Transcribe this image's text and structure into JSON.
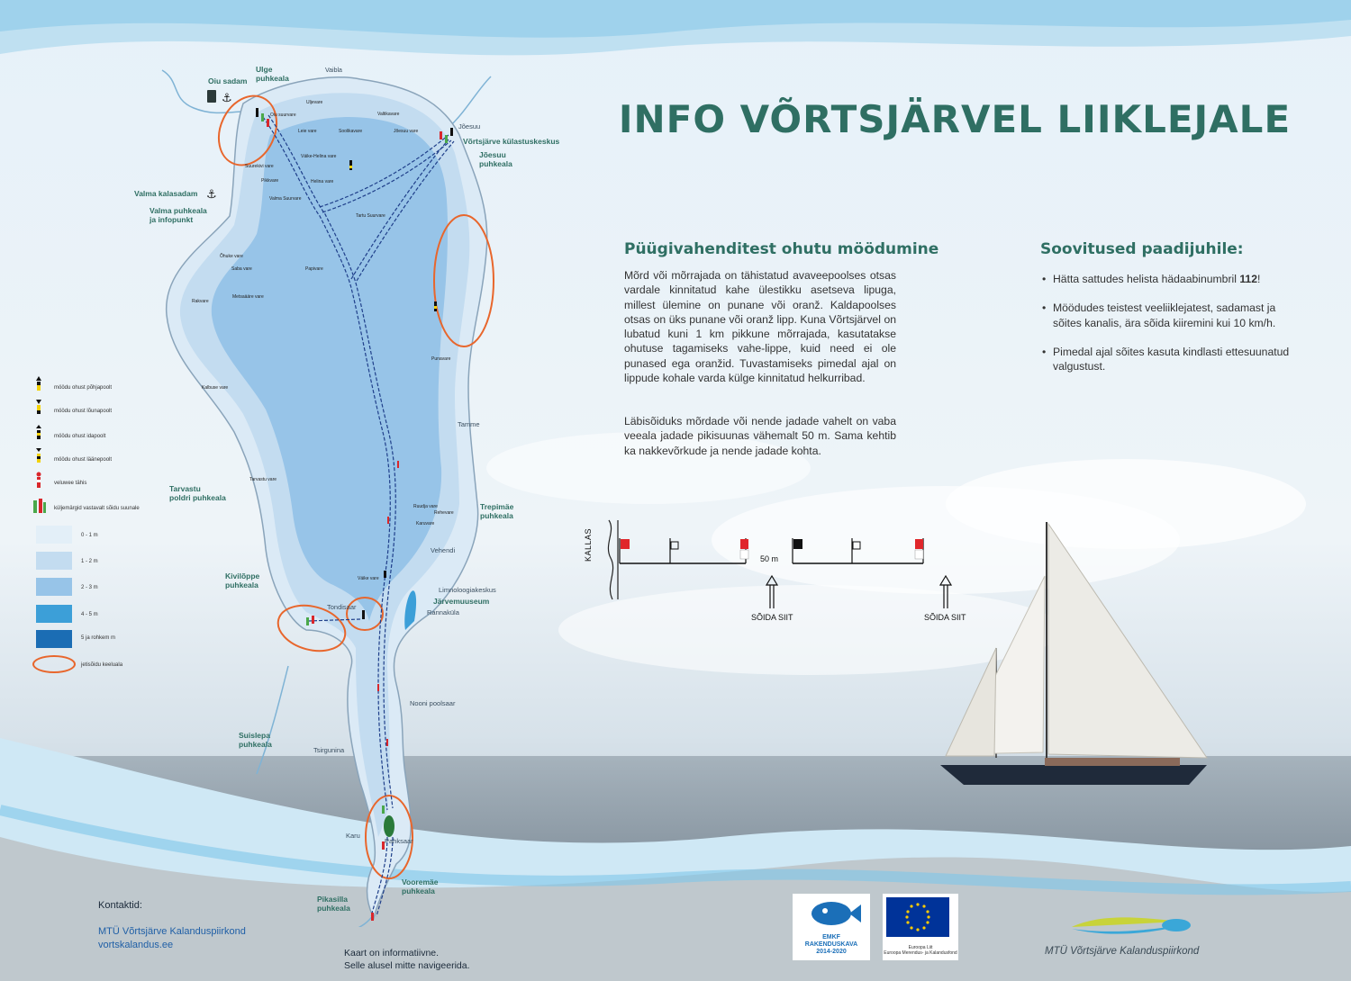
{
  "title": "INFO VÕRTSJÄRVEL LIIKLEJALE",
  "passing": {
    "heading": "Püügivahenditest ohutu möödumine",
    "p1": "Mõrd või mõrrajada on tähistatud avaveepoolses otsas vardale kinnitatud kahe ülestikku asetseva lipuga, millest ülemine on punane või oranž. Kaldapoolses otsas on üks punane või oranž lipp. Kuna Võrtsjärvel on lubatud kuni 1 km pikkune mõrrajada, kasutatakse ohutuse tagamiseks vahe-lippe, kuid need ei ole punased ega oranžid. Tuvastamiseks pimedal ajal on lippude kohale varda külge kinnitatud helkurribad.",
    "p2": "Läbisõiduks mõrdade või nende jadade vahelt on vaba veeala jadade pikisuunas vähemalt 50 m. Sama kehtib ka nakkevõrkude ja nende jadade kohta."
  },
  "recommendations": {
    "heading": "Soovitused paadijuhile:",
    "item1_pre": "Hätta sattudes helista hädaabinumbril ",
    "item1_num": "112",
    "item1_post": "!",
    "item2": "Möödudes teistest veeliiklejatest, sadamast ja sõites kanalis, ära sõida kiiremini kui 10 km/h.",
    "item3": "Pimedal ajal sõites kasuta kindlasti ettesuunatud valgustust."
  },
  "diagram": {
    "shore_label": "KALLAS",
    "distance_label": "50 m",
    "pass_label_1": "SÕIDA SIIT",
    "pass_label_2": "SÕIDA SIIT",
    "flag_colors": {
      "red": "#e0262b",
      "black": "#111111"
    }
  },
  "map": {
    "top_places": {
      "vaibla": "Vaibla",
      "joesuu": "Jõesuu",
      "tamme": "Tamme",
      "vehendi": "Vehendi",
      "limno": "Limnoloogiakeskus",
      "rannakyla": "Rannaküla",
      "nooni": "Nooni poolsaar",
      "tsirguliina": "Tsirgunina",
      "karu": "Karu",
      "tondisaar": "Tondisaar",
      "pahksaar": "Pahksaar"
    },
    "rest_areas": {
      "oiu": "Oiu sadam",
      "ulge": "Ulge\npuhkeala",
      "kylastus": "Võrtsjärve külastuskeskus",
      "joesuu_p": "Jõesuu\npuhkeala",
      "valma_k": "Valma kalasadam",
      "valma_p": "Valma puhkeala\nja infopunkt",
      "tarvastu": "Tarvastu\npoldri puhkeala",
      "trepimae": "Trepimäe\npuhkeala",
      "kivilope": "Kivilõppe\npuhkeala",
      "jarvemuuseum": "Järvemuuseum",
      "suislepa": "Suislepa\npuhkeala",
      "pikasilla": "Pikasilla\npuhkeala",
      "vooremae": "Vooremäe\npuhkeala"
    },
    "shoals": [
      "Oiu suurvare",
      "Uljevare",
      "Leie vare",
      "Soolikavare",
      "Valtikavare",
      "Jõesuu vare",
      "Väike-Helina vare",
      "Suurekivi vare",
      "Helina vare",
      "Pikkvare",
      "Valma Suurvare",
      "Tartu Suurvare",
      "Õhuke vare",
      "Saba vare",
      "Papivare",
      "Metsaääre vare",
      "Rakvare",
      "Punavare",
      "Kalbuse vare",
      "Tarvastu vare",
      "Ruudja vare",
      "Rehevare",
      "Karuvare",
      "Väike vare"
    ],
    "legend": [
      {
        "label": "möödu ohust põhjapoolt"
      },
      {
        "label": "möödu ohust lõunapoolt"
      },
      {
        "label": "möödu ohust idapoolt"
      },
      {
        "label": "möödu ohust läänepoolt"
      },
      {
        "label": "veluwee tähis"
      },
      {
        "label": "küljemärgid vastavalt sõidu suunale"
      },
      {
        "label": "0 - 1 m",
        "color": "#e3eff8"
      },
      {
        "label": "1 - 2 m",
        "color": "#c3dcf0"
      },
      {
        "label": "2 - 3 m",
        "color": "#97c4e8"
      },
      {
        "label": "4 - 5 m",
        "color": "#3c9fd8"
      },
      {
        "label": "5 ja rohkem m",
        "color": "#1b6db4"
      },
      {
        "label": "jetisõidu keeluala"
      }
    ]
  },
  "contacts": {
    "label": "Kontaktid:",
    "org": "MTÜ Võrtsjärve Kalanduspiirkond",
    "web": "vortskalandus.ee"
  },
  "disclaimer": "Kaart on informatiivne.\nSelle alusel mitte navigeerida.",
  "logos": {
    "emkf": "EMKF\nRAKENDUSKAVA\n2014-2020",
    "eu": "Euroopa Liit\nEuroopa Merendus- ja Kalandusfond",
    "mtu": "MTÜ Võrtsjärve Kalanduspiirkond"
  },
  "colors": {
    "title": "#2f6f63",
    "accent_orange": "#e8662c",
    "lake_shallow": "#c3dcf0"
  }
}
